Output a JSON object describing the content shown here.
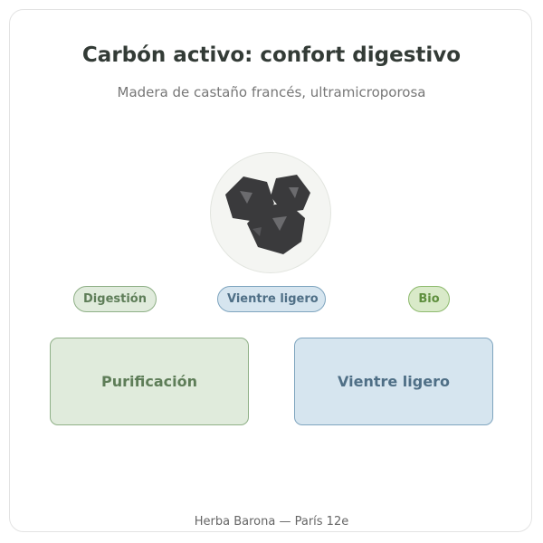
{
  "header": {
    "title": "Carbón activo: confort digestivo",
    "subtitle": "Madera de castaño francés, ultramicroporosa"
  },
  "hero": {
    "icon": "charcoal-pieces-icon",
    "colors": {
      "piece": "#3a3a3c",
      "facet": "#6b6b6e",
      "circle": "#f4f5f2"
    }
  },
  "tags": [
    {
      "label": "Digestión",
      "color": "#5e7d58"
    },
    {
      "label": "Vientre ligero",
      "color": "#4f6f86"
    },
    {
      "label": "Bio",
      "color": "#5f8f3e"
    }
  ],
  "boxes": [
    {
      "label": "Purificación",
      "fill": "#e0ebdc",
      "border": "#8fb087"
    },
    {
      "label": "Vientre ligero",
      "fill": "#d6e5ef",
      "border": "#7fa5bf"
    }
  ],
  "footer": {
    "text": "Herba Barona — París 12e"
  }
}
